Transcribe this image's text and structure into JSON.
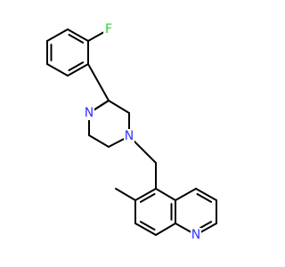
{
  "molecule": {
    "colors": {
      "bond": "#000000",
      "N": "#3333ff",
      "F": "#33cc33"
    },
    "atoms": [
      {
        "id": "F",
        "label": "F",
        "color": "#33cc33"
      },
      {
        "id": "N1",
        "label": "N",
        "color": "#3333ff"
      },
      {
        "id": "N2",
        "label": "N",
        "color": "#3333ff"
      },
      {
        "id": "N3",
        "label": "N",
        "color": "#3333ff"
      }
    ]
  }
}
